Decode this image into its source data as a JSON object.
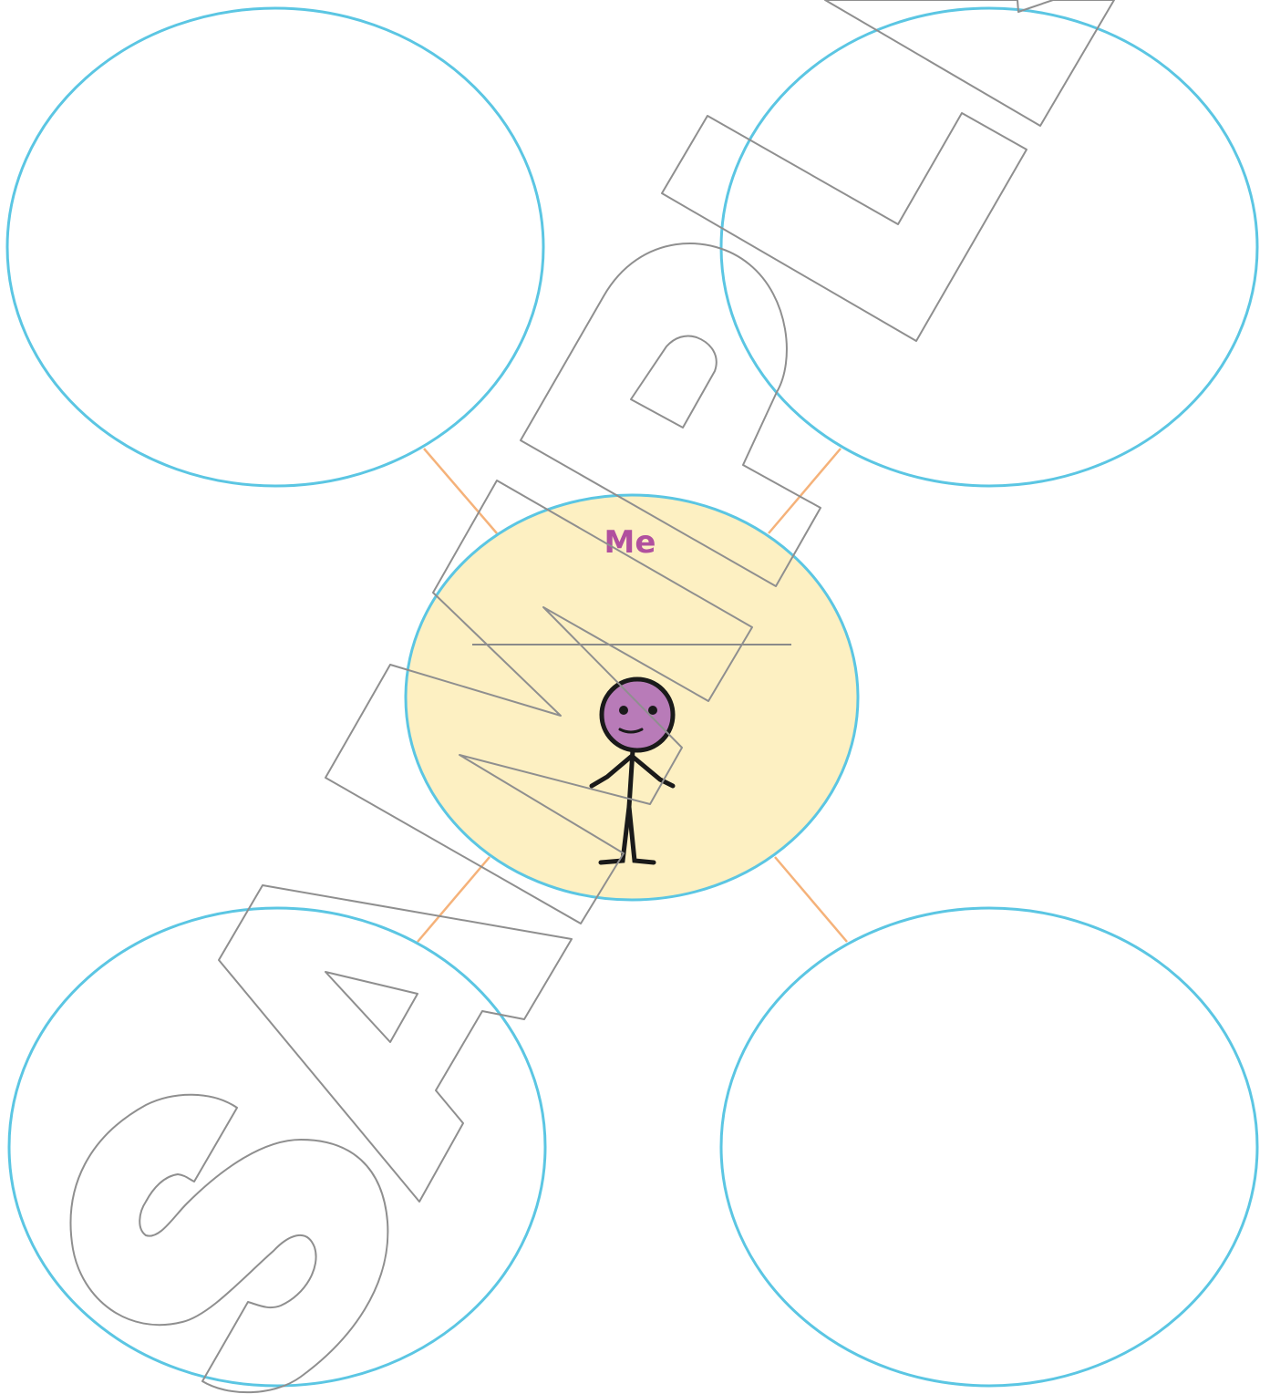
{
  "diagram": {
    "type": "mind-map",
    "center": {
      "label": "Me",
      "answer_line": "",
      "figure": "stick-figure-person"
    },
    "branches": [
      {
        "position": "top-left",
        "text": ""
      },
      {
        "position": "top-right",
        "text": ""
      },
      {
        "position": "bottom-left",
        "text": ""
      },
      {
        "position": "bottom-right",
        "text": ""
      }
    ],
    "watermark": "SAMPLE"
  },
  "colors": {
    "bubble_outline": "#5bc6e3",
    "center_fill": "#fdf0c2",
    "connector": "#f5b27a",
    "title": "#b0509e",
    "figure_head": "#b87bb8",
    "figure_line": "#1a1a1a",
    "write_line": "#8a8a8a",
    "watermark": "#8f8f8f"
  }
}
